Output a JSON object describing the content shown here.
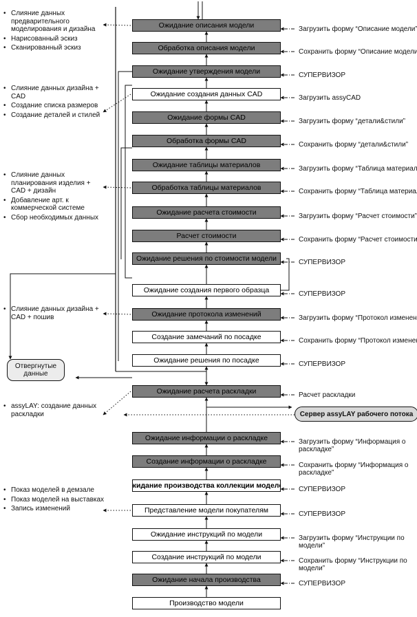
{
  "steps": [
    {
      "label": "Ожидание описания модели",
      "style": "dark",
      "right": [
        "Загрузить форму “Описание модели”"
      ]
    },
    {
      "label": "Обработка описания модели",
      "style": "dark",
      "right": [
        "Сохранить форму “Описание модели”"
      ]
    },
    {
      "label": "Ожидание утверждения модели",
      "style": "dark",
      "right": [
        "СУПЕРВИЗОР"
      ]
    },
    {
      "label": "Ожидание создания данных CAD",
      "style": "light",
      "right": [
        "Загрузить assyCAD"
      ]
    },
    {
      "label": "Ожидание формы CAD",
      "style": "dark",
      "right": [
        "Загрузить форму “детали&стили”"
      ]
    },
    {
      "label": "Обработка формы CAD",
      "style": "dark",
      "right": [
        "Сохранить форму “детали&стили”"
      ]
    },
    {
      "label": "Ожидание таблицы материалов",
      "style": "dark",
      "right": [
        "Загрузить форму “Таблица материалов”"
      ]
    },
    {
      "label": "Обработка таблицы материалов",
      "style": "dark",
      "right": [
        "Сохранить форму “Таблица материалов”"
      ]
    },
    {
      "label": "Ожидание расчета стоимости",
      "style": "dark",
      "right": [
        "Загрузить форму “Расчет стоимости”"
      ]
    },
    {
      "label": "Расчет стоимости",
      "style": "dark",
      "right": [
        "Сохранить форму “Расчет стоимости”"
      ]
    },
    {
      "label": "Ожидание решения по стоимости модели",
      "style": "dark",
      "right": [
        "СУПЕРВИЗОР"
      ]
    },
    {
      "label": "Ожидание создания первого образца",
      "style": "light",
      "right": [
        "СУПЕРВИЗОР"
      ]
    },
    {
      "label": "Ожидание протокола изменений",
      "style": "dark",
      "right": [
        "Загрузить форму “Протокол изменений”"
      ]
    },
    {
      "label": "Создание замечаний по посадке",
      "style": "light",
      "right": [
        "Сохранить форму “Протокол изменений”"
      ]
    },
    {
      "label": "Ожидание решения по посадке",
      "style": "light",
      "right": [
        "СУПЕРВИЗОР"
      ]
    },
    {
      "label": "Ожидание расчета раскладки",
      "style": "dark",
      "right": [
        "Расчет раскладки"
      ]
    },
    {
      "label": "Ожидание информации о раскладке",
      "style": "dark",
      "right": [
        "Загрузить форму “Информация о",
        "раскладке”"
      ]
    },
    {
      "label": "Создание информации о раскладке",
      "style": "dark",
      "right": [
        "Сохранить форму “Информация о",
        "раскладке”"
      ]
    },
    {
      "label": "Ожидание производства коллекции моделей",
      "style": "light-bold",
      "right": [
        "СУПЕРВИЗОР"
      ]
    },
    {
      "label": "Представление модели покупателям",
      "style": "light",
      "right": [
        "СУПЕРВИЗОР"
      ]
    },
    {
      "label": "Ожидание инструкций по модели",
      "style": "light",
      "right": [
        "Загрузить форму “Инструкции по",
        "модели”"
      ]
    },
    {
      "label": "Создание инструкций по модели",
      "style": "light",
      "right": [
        "Сохранить форму “Инструкции по",
        "модели”"
      ]
    },
    {
      "label": "Ожидание начала производства",
      "style": "dark",
      "right": [
        "СУПЕРВИЗОР"
      ]
    },
    {
      "label": "Производство модели",
      "style": "light",
      "right": []
    }
  ],
  "left_notes": [
    {
      "items": [
        "Слияние данных предварительного моделирования и дизайна",
        "Нарисованный эскиз",
        "Сканированный эскиз"
      ]
    },
    {
      "items": [
        "Слияние данных дизайна + CAD",
        "Создание списка размеров",
        "Создание деталей и стилей"
      ]
    },
    {
      "items": [
        "Слияние данных планирования изделия + CAD + дизайн",
        "Добавление арт. к коммерческой системе",
        "Сбор необходимых данных"
      ]
    },
    {
      "items": [
        "Слияние данных дизайна + CAD + пошив"
      ]
    },
    {
      "items": [
        "assyLAY: создание данных раскладки"
      ]
    },
    {
      "items": [
        "Показ моделей в демзале",
        "Показ моделей на выставках",
        "Запись изменений"
      ]
    }
  ],
  "rejected_label": "Отвергнутые данные",
  "server_label": "Сервер assyLAY рабочего потока"
}
